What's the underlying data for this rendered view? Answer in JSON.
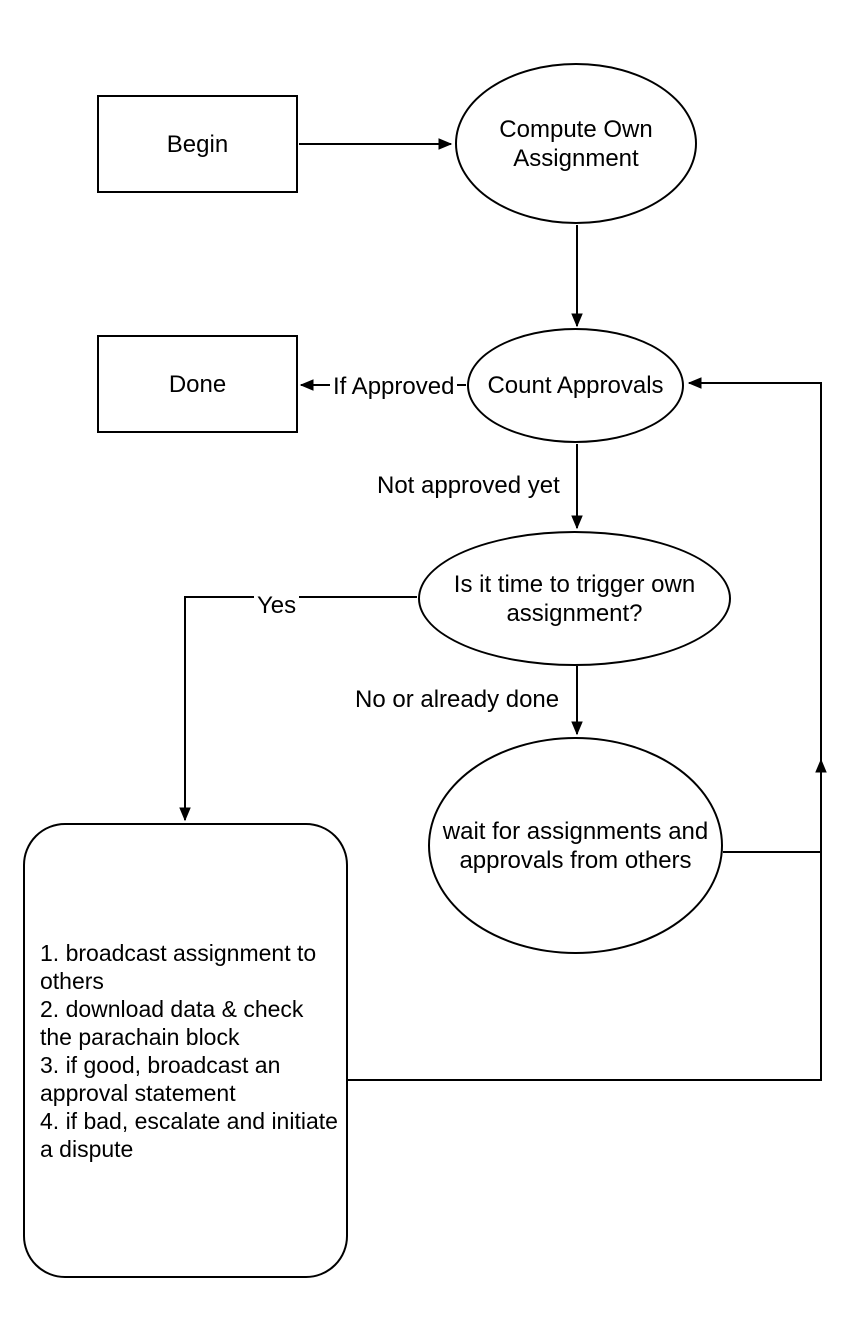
{
  "diagram": {
    "type": "flowchart",
    "background": "#ffffff",
    "stroke_color": "#000000",
    "node_fill": "#ffffff",
    "nodes": {
      "begin": {
        "shape": "rectangle",
        "label": "Begin"
      },
      "compute": {
        "shape": "ellipse",
        "label": "Compute Own Assignment"
      },
      "done": {
        "shape": "rectangle",
        "label": "Done"
      },
      "count": {
        "shape": "ellipse",
        "label": "Count Approvals"
      },
      "trigger": {
        "shape": "ellipse",
        "label": "Is it time to trigger own assignment?"
      },
      "wait": {
        "shape": "ellipse",
        "label": "wait for assignments and approvals from others"
      },
      "tasks": {
        "shape": "rounded-rectangle",
        "items": [
          "1. broadcast assignment to others",
          "2. download data & check the parachain block",
          "3. if good, broadcast an approval statement",
          "4. if bad, escalate and initiate a dispute"
        ]
      }
    },
    "edge_labels": {
      "if_approved": "If Approved",
      "not_approved": "Not approved yet",
      "yes": "Yes",
      "no_done": "No or already done"
    },
    "edges": [
      {
        "from": "begin",
        "to": "compute",
        "label": ""
      },
      {
        "from": "compute",
        "to": "count",
        "label": ""
      },
      {
        "from": "count",
        "to": "done",
        "label": "If Approved"
      },
      {
        "from": "count",
        "to": "trigger",
        "label": "Not approved yet"
      },
      {
        "from": "trigger",
        "to": "tasks",
        "label": "Yes"
      },
      {
        "from": "trigger",
        "to": "wait",
        "label": "No or already done"
      },
      {
        "from": "wait",
        "to": "count",
        "label": ""
      },
      {
        "from": "tasks",
        "to": "count",
        "label": ""
      }
    ]
  }
}
